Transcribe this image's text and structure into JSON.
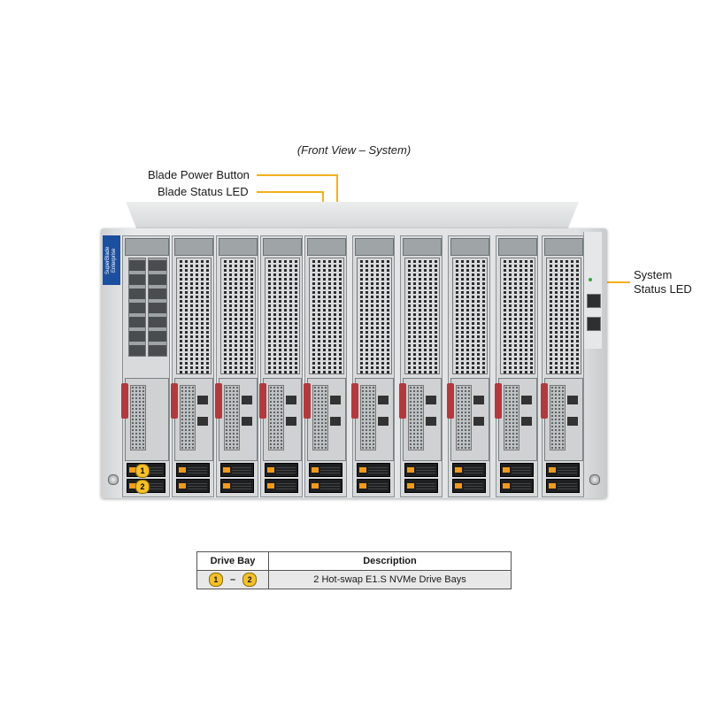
{
  "caption": "(Front View – System)",
  "callouts": {
    "power_button": "Blade Power Button",
    "status_led": "Blade Status LED",
    "system_status_led": "System\nStatus LED"
  },
  "chassis": {
    "side_tag": "SuperBlade Enterprise",
    "bay_badges": [
      "1",
      "2"
    ],
    "icon": "server-enclosure-icon"
  },
  "table": {
    "headers": [
      "Drive Bay",
      "Description"
    ],
    "rows": [
      {
        "bay_from": "1",
        "bay_to": "2",
        "dash": "–",
        "description": "2 Hot-swap E1.S NVMe Drive Bays"
      }
    ]
  },
  "colors": {
    "accent": "#f2b01e",
    "badge": "#f6c02a",
    "latch": "#b23a3f",
    "drive_tab": "#f29a1e"
  }
}
